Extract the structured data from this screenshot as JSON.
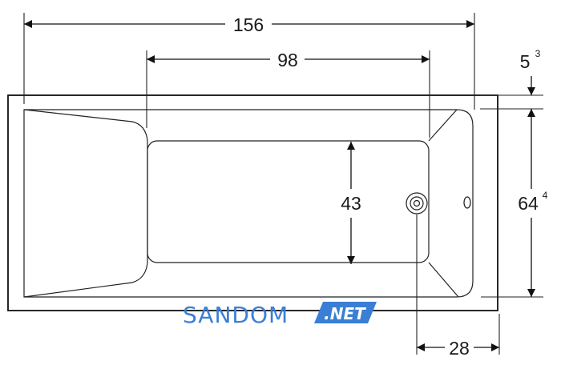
{
  "dimensions": {
    "total_length": "156",
    "basin_length": "98",
    "basin_width": "43",
    "rim_offset": "5",
    "rim_offset_sup": "3",
    "total_width": "64",
    "total_width_sup": "4",
    "drain_offset": "28"
  },
  "watermark": {
    "brand": "SANDOM",
    "tld": ".NET",
    "brand_color": "#3a7fd5",
    "badge_color": "#3a7fd5"
  },
  "icons": {
    "drain": "drain-icon",
    "overflow": "overflow-icon"
  }
}
